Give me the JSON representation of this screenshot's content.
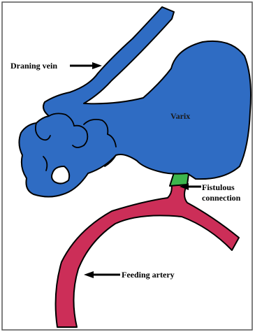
{
  "diagram": {
    "labels": {
      "draining_vein": "Draning vein",
      "varix": "Varix",
      "fistulous_line1": "Fistulous",
      "fistulous_line2": "connection",
      "feeding_artery": "Feeding artery"
    },
    "colors": {
      "vein": "#2f6cc3",
      "artery": "#cc2e58",
      "fistula": "#3db64d",
      "outline": "#000000",
      "frame": "#555555"
    }
  }
}
